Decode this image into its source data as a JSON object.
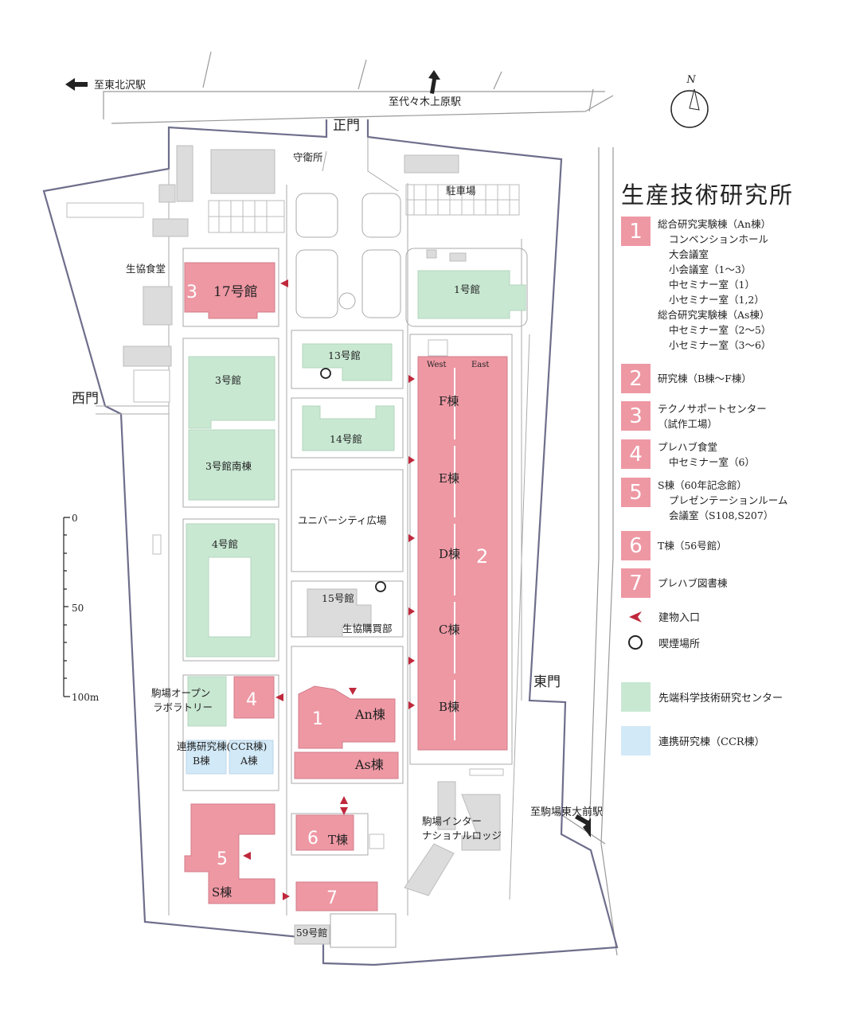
{
  "colors": {
    "research": "#ee98a4",
    "advanced": "#c8e8d2",
    "ccr": "#d2e9f7",
    "other": "#dcdcdc",
    "boundary": "#6e6e8c",
    "entrance": "#c0283c"
  },
  "map": {
    "directions": {
      "north_station": "至東北沢駅",
      "yoyogi_station": "至代々木上原駅",
      "komaba_station": "至駒場東大前駅"
    },
    "compass": "N",
    "gates": {
      "main": "正門",
      "west": "西門",
      "east": "東門"
    },
    "labels": {
      "guard": "守衛所",
      "parking": "駐車場",
      "cafeteria": "生協食堂",
      "b17": "17号館",
      "b1": "1号館",
      "b13": "13号館",
      "b3": "3号館",
      "b14": "14号館",
      "b3s": "3号館南棟",
      "plaza": "ユニバーシティ広場",
      "b4": "4号館",
      "b15": "15号館",
      "coop": "生協購買部",
      "lab_line1": "駒場オープン",
      "lab_line2": "ラボラトリー",
      "ccr": "連携研究棟(CCR棟)",
      "ccr_b": "B棟",
      "ccr_a": "A棟",
      "an": "An棟",
      "as": "As棟",
      "t": "T棟",
      "s": "S棟",
      "b59": "59号館",
      "lodge_line1": "駒場インター",
      "lodge_line2": "ナショナルロッジ",
      "west": "West",
      "east": "East",
      "wings": [
        "F棟",
        "E棟",
        "D棟",
        "C棟",
        "B棟"
      ]
    },
    "numbers": {
      "n1": "1",
      "n2": "2",
      "n3": "3",
      "n4": "4",
      "n5": "5",
      "n6": "6",
      "n7": "7"
    },
    "scale": {
      "s0": "0",
      "s50": "50",
      "s100": "100m"
    }
  },
  "legend": {
    "title": "生産技術研究所",
    "items": [
      {
        "num": "1",
        "lines": [
          "総合研究実験棟（An棟）",
          "コンベンションホール",
          "大会議室",
          "小会議室（1〜3）",
          "中セミナー室（1）",
          "小セミナー室（1,2）",
          "総合研究実験棟（As棟）",
          "中セミナー室（2〜5）",
          "小セミナー室（3〜6）"
        ]
      },
      {
        "num": "2",
        "lines": [
          "研究棟（B棟〜F棟）"
        ]
      },
      {
        "num": "3",
        "lines": [
          "テクノサポートセンター",
          "（試作工場）"
        ]
      },
      {
        "num": "4",
        "lines": [
          "プレハブ食堂",
          "中セミナー室（6）"
        ]
      },
      {
        "num": "5",
        "lines": [
          "S棟（60年記念館）",
          "プレゼンテーションルーム",
          "会議室（S108,S207）"
        ]
      },
      {
        "num": "6",
        "lines": [
          "T棟（56号館）"
        ]
      },
      {
        "num": "7",
        "lines": [
          "プレハブ図書棟"
        ]
      }
    ],
    "entrance": "建物入口",
    "smoking": "喫煙場所",
    "advanced": "先端科学技術研究センター",
    "ccr": "連携研究棟（CCR棟）"
  }
}
